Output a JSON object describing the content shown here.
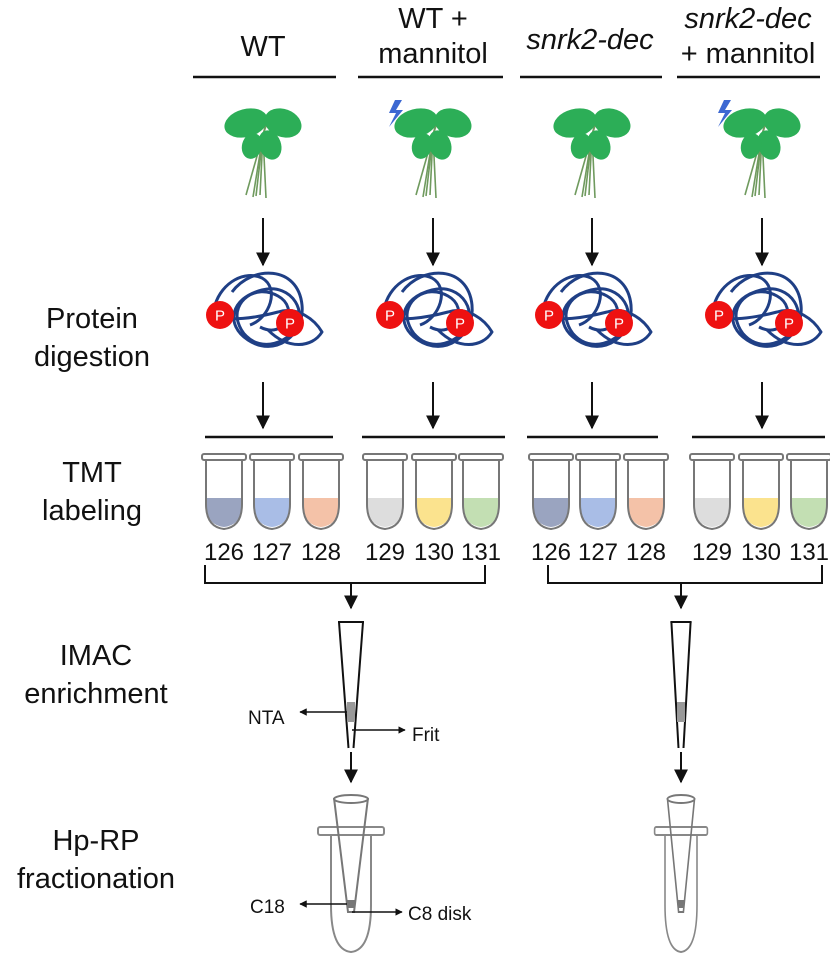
{
  "conditions": [
    {
      "line1": "WT",
      "line1_italic": false,
      "line2": "",
      "line2_italic": false
    },
    {
      "line1": "WT +",
      "line1_italic": false,
      "line2": "mannitol",
      "line2_italic": false
    },
    {
      "line1": "snrk2-dec",
      "line1_italic": true,
      "line2": "",
      "line2_italic": false
    },
    {
      "line1": "snrk2-dec",
      "line1_italic": true,
      "line2": "+ mannitol",
      "line2_italic": false
    }
  ],
  "steps": {
    "protein_digestion": [
      "Protein",
      "digestion"
    ],
    "tmt_labeling": [
      "TMT",
      "labeling"
    ],
    "imac_enrichment": [
      "IMAC",
      "enrichment"
    ],
    "hprp_fractionation": [
      "Hp-RP",
      "fractionation"
    ]
  },
  "phospho_label": "P",
  "tmt_channels": [
    {
      "label": "126",
      "color": "#9aa4c0"
    },
    {
      "label": "127",
      "color": "#a9bde6"
    },
    {
      "label": "128",
      "color": "#f4c2a8"
    },
    {
      "label": "129",
      "color": "#dddddd"
    },
    {
      "label": "130",
      "color": "#fbe38e"
    },
    {
      "label": "131",
      "color": "#c3dfb3"
    },
    {
      "label": "126",
      "color": "#9aa4c0"
    },
    {
      "label": "127",
      "color": "#a9bde6"
    },
    {
      "label": "128",
      "color": "#f4c2a8"
    },
    {
      "label": "129",
      "color": "#dddddd"
    },
    {
      "label": "130",
      "color": "#fbe38e"
    },
    {
      "label": "131",
      "color": "#c3dfb3"
    }
  ],
  "callouts": {
    "nta": "NTA",
    "frit": "Frit",
    "c18": "C18",
    "c8_disk": "C8 disk"
  },
  "colors": {
    "leaf": "#2cae57",
    "stem": "#6f9a5e",
    "protein": "#1f3f85",
    "phospho": "#ee1111",
    "lightning": "#3c68d2",
    "line": "#111111",
    "tube_outline": "#777777"
  }
}
